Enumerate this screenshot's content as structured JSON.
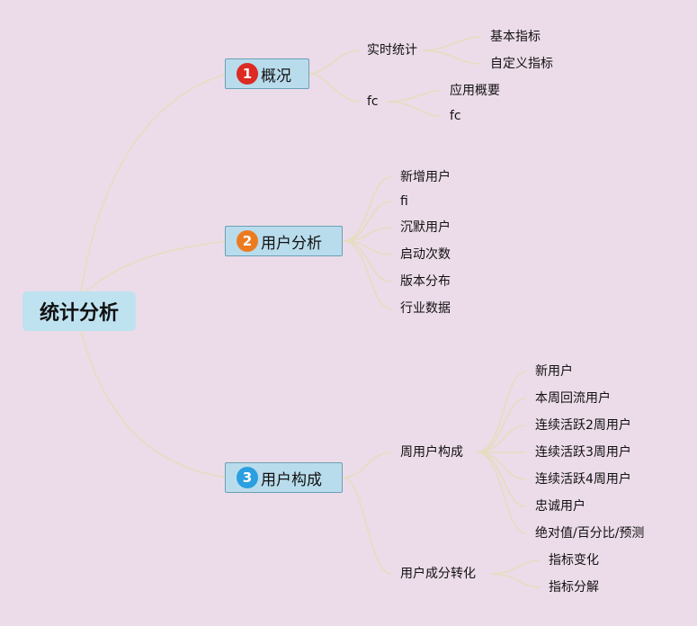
{
  "root": {
    "label": "统计分析"
  },
  "branches": [
    {
      "badge": "1",
      "label": "概况",
      "children": [
        {
          "label": "实时统计",
          "children": [
            {
              "label": "基本指标"
            },
            {
              "label": "自定义指标"
            }
          ]
        },
        {
          "label": "fc",
          "children": [
            {
              "label": "应用概要"
            },
            {
              "label": "fc"
            }
          ]
        }
      ]
    },
    {
      "badge": "2",
      "label": "用户分析",
      "children": [
        {
          "label": "新增用户"
        },
        {
          "label": "fi"
        },
        {
          "label": "沉默用户"
        },
        {
          "label": "启动次数"
        },
        {
          "label": "版本分布"
        },
        {
          "label": "行业数据"
        }
      ]
    },
    {
      "badge": "3",
      "label": "用户构成",
      "children": [
        {
          "label": "周用户构成",
          "children": [
            {
              "label": "新用户"
            },
            {
              "label": "本周回流用户"
            },
            {
              "label": "连续活跃2周用户"
            },
            {
              "label": "连续活跃3周用户"
            },
            {
              "label": "连续活跃4周用户"
            },
            {
              "label": "忠诚用户"
            },
            {
              "label": "绝对值/百分比/预测"
            }
          ]
        },
        {
          "label": "用户成分转化",
          "children": [
            {
              "label": "指标变化"
            },
            {
              "label": "指标分解"
            }
          ]
        }
      ]
    }
  ]
}
